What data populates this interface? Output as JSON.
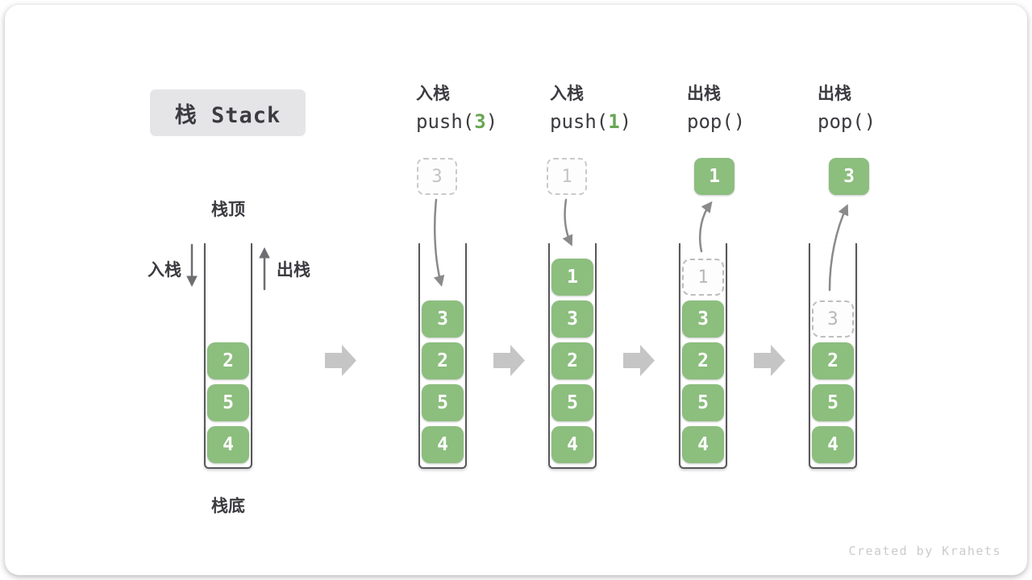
{
  "title": "栈 Stack",
  "watermark": "Created by Krahets",
  "stack_labels": {
    "top": "栈顶",
    "bottom": "栈底",
    "push_side": "入栈",
    "pop_side": "出栈"
  },
  "colors": {
    "green": "#8CBE7E",
    "code_green": "#67A652",
    "dark": "#3B3B40",
    "arrow_gray": "#8A8A8A",
    "side_arrow": "#6E6E72",
    "fat_arrow": "#C5C5C5",
    "ghost_gray": "#BDBDBD",
    "title_bg": "#E5E5E7",
    "watermark": "#CBCBCB"
  },
  "columns": [
    {
      "name": "initial-stack",
      "blocks": [
        "2",
        "5",
        "4"
      ]
    },
    {
      "name": "push-3",
      "op": {
        "label": "入栈",
        "code_pre": "push(",
        "code_arg": "3",
        "code_post": ")"
      },
      "floating": "3",
      "blocks": [
        "3",
        "2",
        "5",
        "4"
      ]
    },
    {
      "name": "push-1",
      "op": {
        "label": "入栈",
        "code_pre": "push(",
        "code_arg": "1",
        "code_post": ")"
      },
      "floating": "1",
      "blocks": [
        "1",
        "3",
        "2",
        "5",
        "4"
      ]
    },
    {
      "name": "pop-first",
      "op": {
        "label": "出栈",
        "code_pre": "pop(",
        "code_arg": "",
        "code_post": ")"
      },
      "floating": "1",
      "ghost": "1",
      "blocks": [
        "3",
        "2",
        "5",
        "4"
      ]
    },
    {
      "name": "pop-second",
      "op": {
        "label": "出栈",
        "code_pre": "pop(",
        "code_arg": "",
        "code_post": ")"
      },
      "floating": "3",
      "ghost": "3",
      "blocks": [
        "2",
        "5",
        "4"
      ]
    }
  ]
}
